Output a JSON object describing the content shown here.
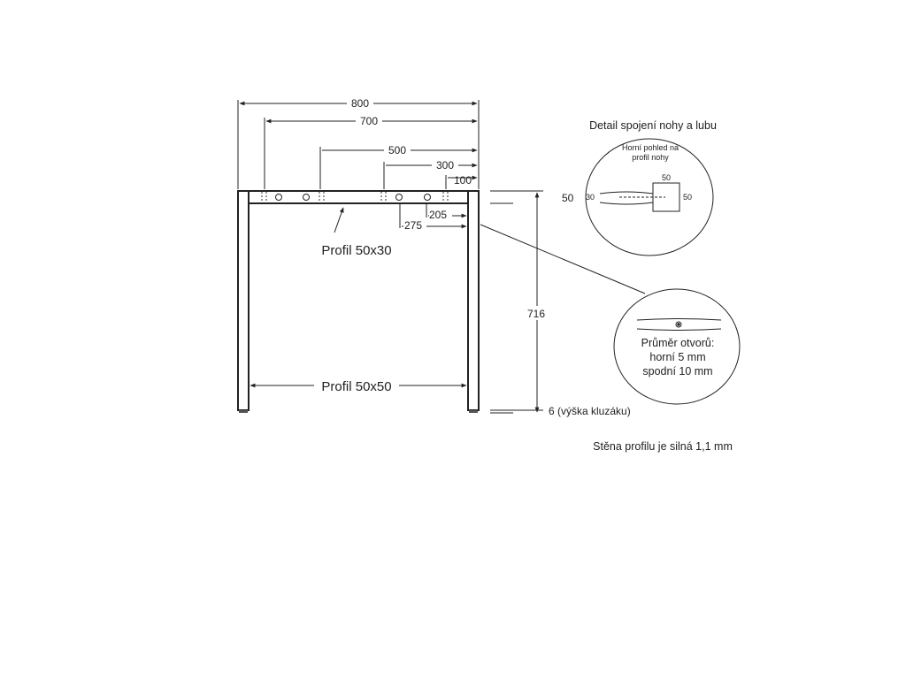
{
  "dimensions": {
    "overall_width": "800",
    "d700": "700",
    "d500": "500",
    "d300": "300",
    "d100": "100",
    "d205": "205",
    "d275": "275",
    "height": "716",
    "glide_note": "6 (výška kluzáku)",
    "top_50": "50"
  },
  "labels": {
    "rail_profile": "Profil 50x30",
    "leg_profile": "Profil 50x50"
  },
  "detail_joint": {
    "title": "Detail spojení nohy a lubu",
    "subtitle_line1": "Horní pohled na",
    "subtitle_line2": "profil nohy",
    "dim_top": "50",
    "dim_right": "50",
    "dim_left": "30"
  },
  "detail_holes": {
    "line1": "Průměr otvorů:",
    "line2": "horní 5 mm",
    "line3": "spodní 10 mm"
  },
  "note": "Stěna profilu je silná 1,1 mm"
}
